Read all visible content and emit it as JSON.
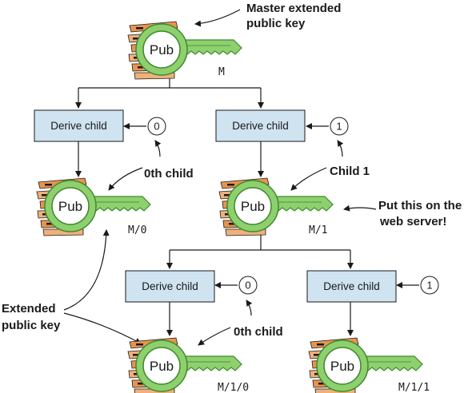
{
  "keys": [
    {
      "name": "key-master",
      "label": "Pub",
      "path": "M"
    },
    {
      "name": "key-m0",
      "label": "Pub",
      "path": "M/0"
    },
    {
      "name": "key-m1",
      "label": "Pub",
      "path": "M/1"
    },
    {
      "name": "key-m10",
      "label": "Pub",
      "path": "M/1/0"
    },
    {
      "name": "key-m11",
      "label": "Pub",
      "path": "M/1/1"
    }
  ],
  "derive_boxes": [
    {
      "label": "Derive child",
      "index": "0"
    },
    {
      "label": "Derive child",
      "index": "1"
    },
    {
      "label": "Derive child",
      "index": "0"
    },
    {
      "label": "Derive child",
      "index": "1"
    }
  ],
  "annotations": {
    "master_line1": "Master extended",
    "master_line2": "public key",
    "zeroth_child_1": "0th child",
    "child_1": "Child 1",
    "webserver_line1": "Put this on the",
    "webserver_line2": "web server!",
    "extended_line1": "Extended",
    "extended_line2": "public key",
    "zeroth_child_2": "0th child"
  },
  "colors": {
    "derive_fill": "#cfe3f1",
    "key_green": "#8ed06e",
    "key_dark_green": "#3f8a2e",
    "stack_orange": "#e8944f"
  }
}
